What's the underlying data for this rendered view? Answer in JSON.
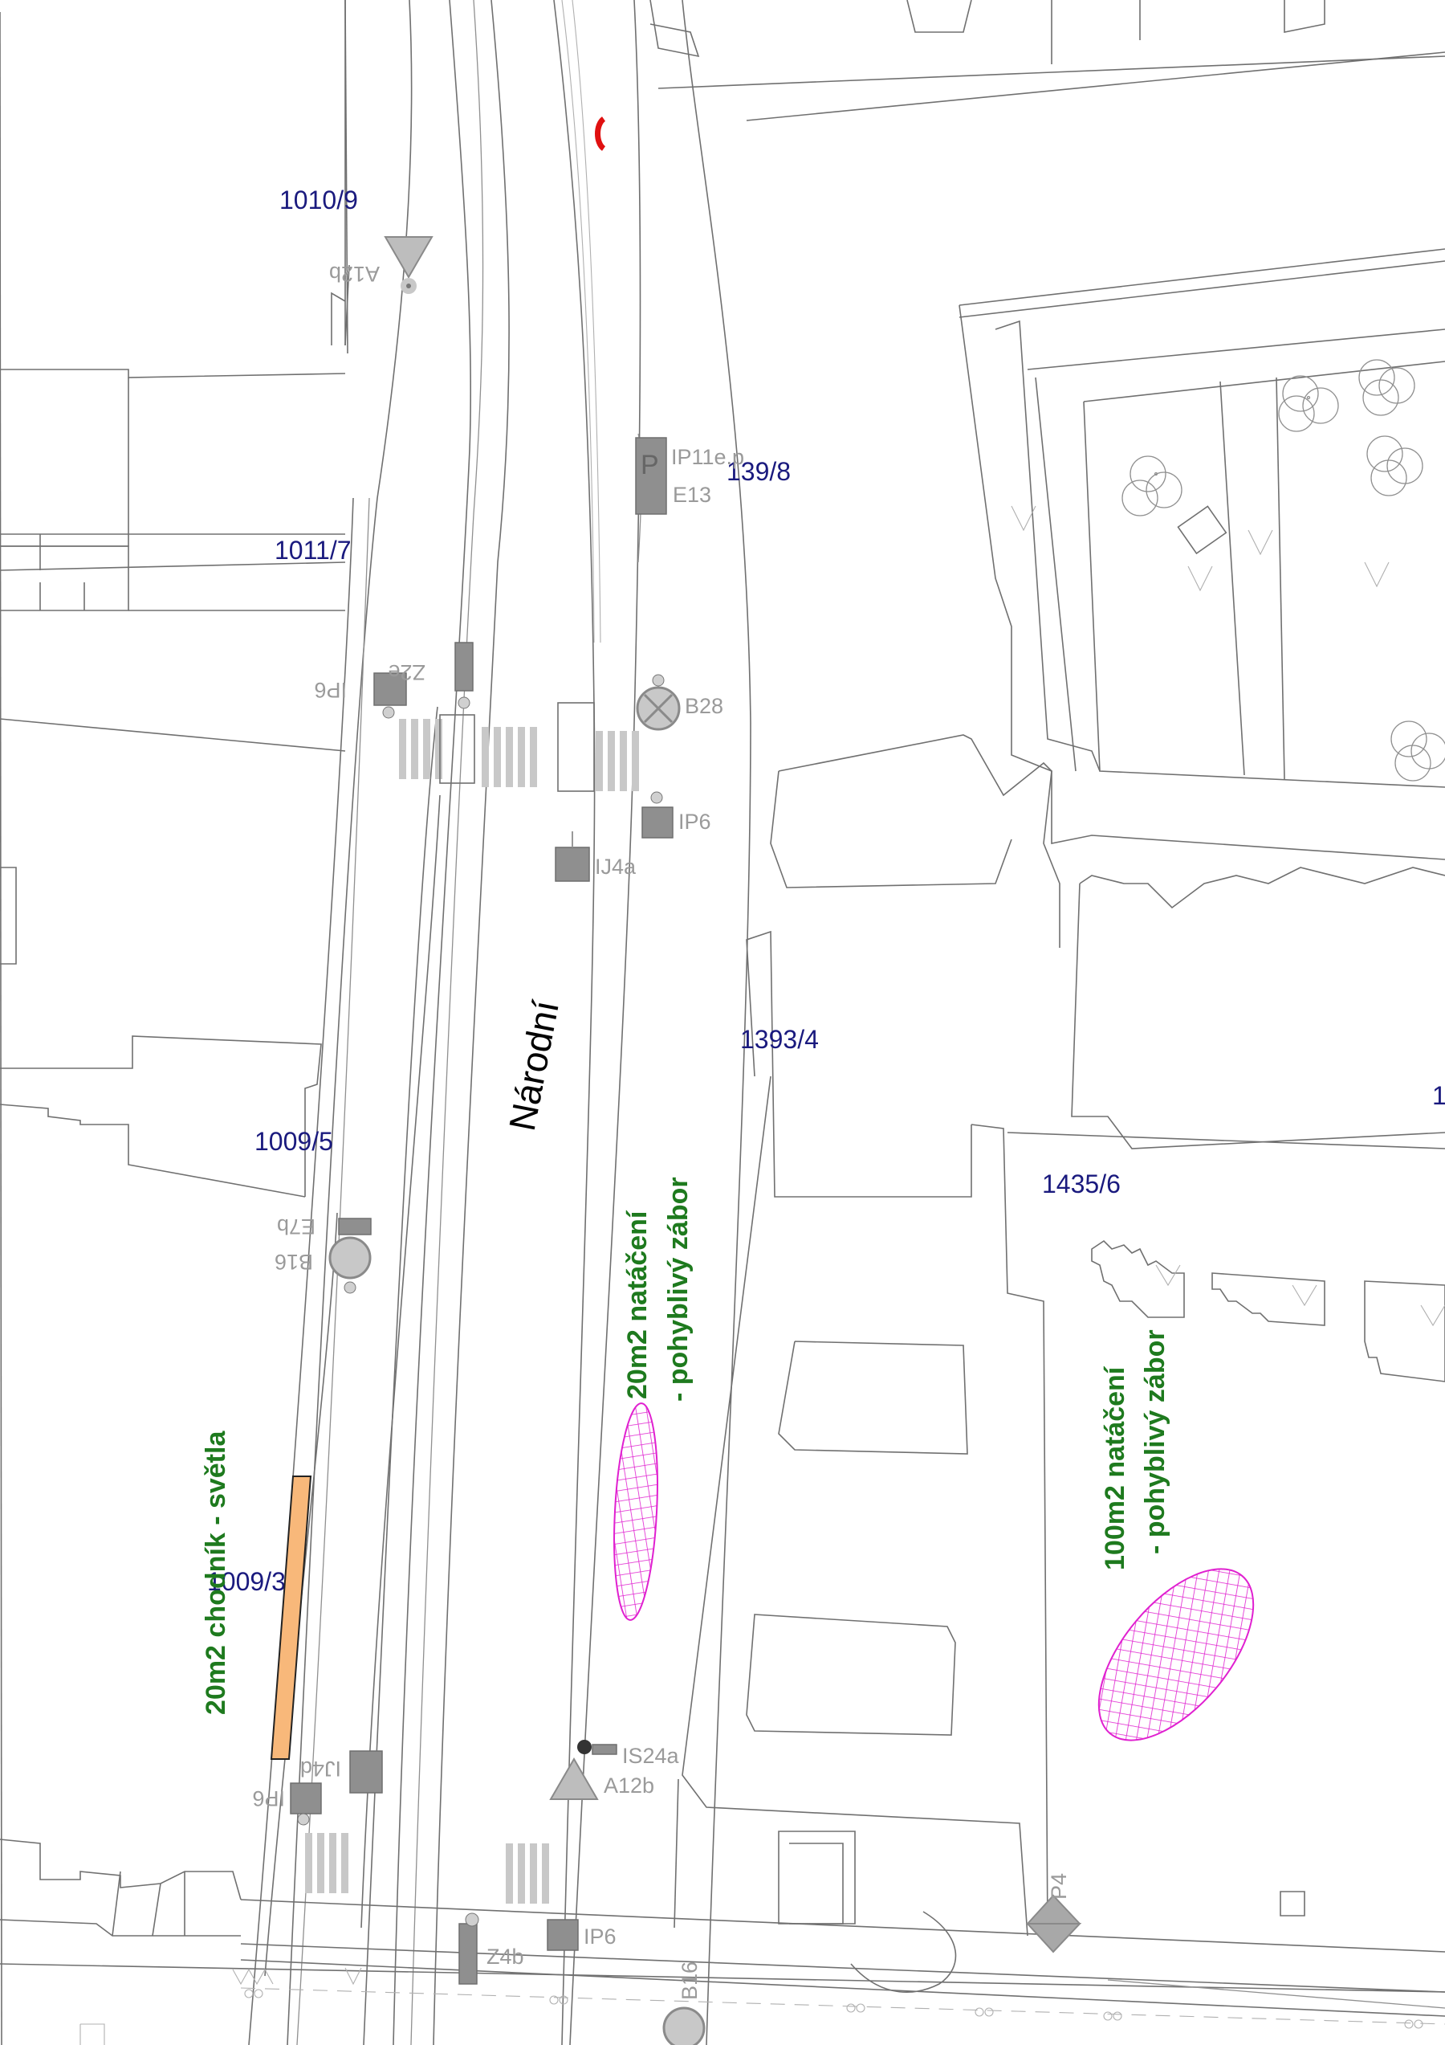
{
  "colors": {
    "parcel_label": "#1a1a7e",
    "annotation": "#1e7a1e",
    "hatch_zone": "#e020d0",
    "sidewalk_zone": "#f8b87a",
    "sign_label": "#9a9a9a",
    "line": "#707070"
  },
  "street": {
    "name": "Národní"
  },
  "parcels": [
    "1010/9",
    "1011/7",
    "139/8",
    "1393/4",
    "1009/5",
    "1435/6",
    "1009/3",
    "1"
  ],
  "signs": {
    "a12b_top": "A12b",
    "ip11e": "IP11e.p",
    "e13": "E13",
    "z2e": "Z2e",
    "ip6_left": "IP6",
    "b28": "B28",
    "ip6_mid": "IP6",
    "ij4a": "IJ4a",
    "e7b": "E7b",
    "b16_left": "B16",
    "ij4d": "IJ4d",
    "ip6_bottom_left": "IP6",
    "is24a": "IS24a",
    "a12b_bottom": "A12b",
    "p4": "P4",
    "z4b": "Z4b",
    "ip6_bottom": "IP6",
    "b16_bottom": "B16"
  },
  "annotations": {
    "zone_small_line1": "20m2 natáčení",
    "zone_small_line2": "- pohyblivý zábor",
    "zone_large_line1": "100m2 natáčení",
    "zone_large_line2": "- pohyblivý zábor",
    "sidewalk": "20m2 chodník - světla"
  }
}
